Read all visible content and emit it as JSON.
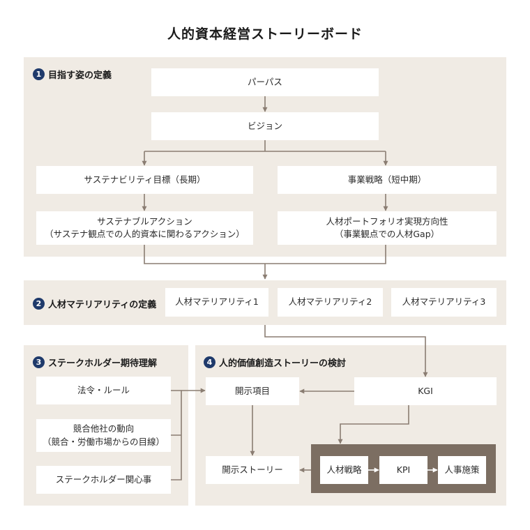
{
  "title": "人的資本経営ストーリーボード",
  "sections": {
    "s1": {
      "num": "1",
      "label": "目指す姿の定義"
    },
    "s2": {
      "num": "2",
      "label": "人材マテリアリティの定義"
    },
    "s3": {
      "num": "3",
      "label": "ステークホルダー期待理解"
    },
    "s4": {
      "num": "4",
      "label": "人的価値創造ストーリーの検討"
    }
  },
  "boxes": {
    "purpose": "パーパス",
    "vision": "ビジョン",
    "sus_goal": "サステナビリティ目標（長期）",
    "biz_strategy": "事業戦略（短中期）",
    "sus_action": "サステナブルアクション\n（サステナ観点での人的資本に関わるアクション）",
    "hr_portfolio": "人材ポートフォリオ実現方向性\n（事業観点での人材Gap）",
    "mat1": "人材マテリアリティ1",
    "mat2": "人材マテリアリティ2",
    "mat3": "人材マテリアリティ3",
    "law": "法令・ルール",
    "competitors": "競合他社の動向\n（競合・労働市場からの目線）",
    "stakeholder_interest": "ステークホルダー関心事",
    "disclosure_items": "開示項目",
    "kgi": "KGI",
    "disclosure_story": "開示ストーリー",
    "hr_strategy": "人材戦略",
    "kpi": "KPI",
    "hr_measures": "人事施策"
  }
}
